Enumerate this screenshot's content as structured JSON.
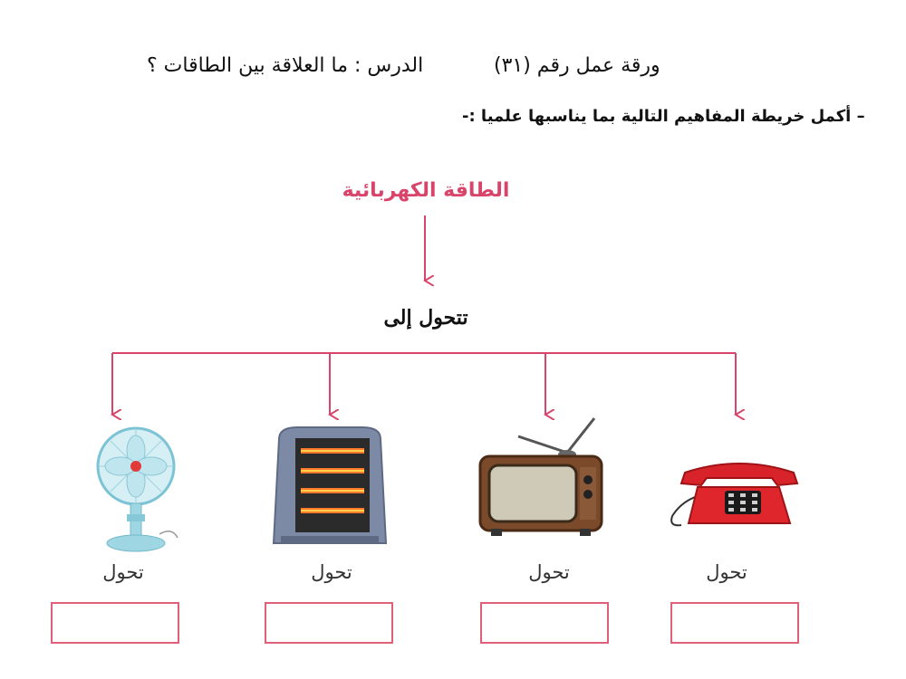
{
  "header": {
    "worksheet": "ورقة عمل رقم (٣١)",
    "lesson": "الدرس : ما العلاقة بين الطاقات ؟",
    "instruction": "– أكمل خريطة المفاهيم التالية بما يناسبها علميا :-"
  },
  "map": {
    "root": "الطاقة الكهربائية",
    "connector": "تتحول إلى",
    "branches": [
      {
        "device_icon": "fan-icon",
        "label": "تحول",
        "answer": ""
      },
      {
        "device_icon": "heater-icon",
        "label": "تحول",
        "answer": ""
      },
      {
        "device_icon": "television-icon",
        "label": "تحول",
        "answer": ""
      },
      {
        "device_icon": "telephone-icon",
        "label": "تحول",
        "answer": ""
      }
    ]
  },
  "colors": {
    "accent": "#d9456a",
    "box_border": "#e0607a"
  }
}
